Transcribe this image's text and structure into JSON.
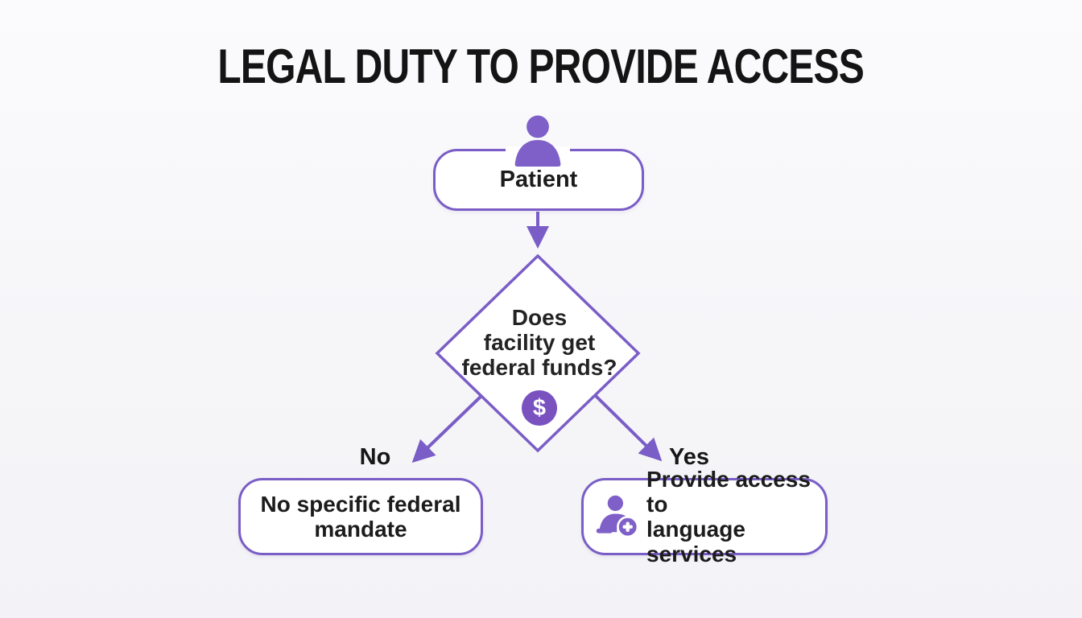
{
  "diagram": {
    "title": "LEGAL DUTY TO PROVIDE ACCESS",
    "colors": {
      "accent_purple": "#7a5dc6",
      "icon_purple": "#7e60c8",
      "dollar_badge_purple": "#7a52c0",
      "text_dark": "#1b1b1b",
      "node_fill": "#ffffff",
      "background": "#f7f7f9"
    },
    "nodes": {
      "patient": {
        "label": "Patient",
        "icon": "person-icon"
      },
      "decision": {
        "line1": "Does",
        "line2": "facility get",
        "line3": "federal funds?",
        "icon": "dollar-sign-icon",
        "dollar_symbol": "$"
      },
      "outcome_no": {
        "line1": "No specific federal",
        "line2": "mandate"
      },
      "outcome_yes": {
        "line1": "Provide access to",
        "line2": "language services",
        "icon": "person-add-icon"
      }
    },
    "edges": {
      "no_label": "No",
      "yes_label": "Yes"
    }
  }
}
